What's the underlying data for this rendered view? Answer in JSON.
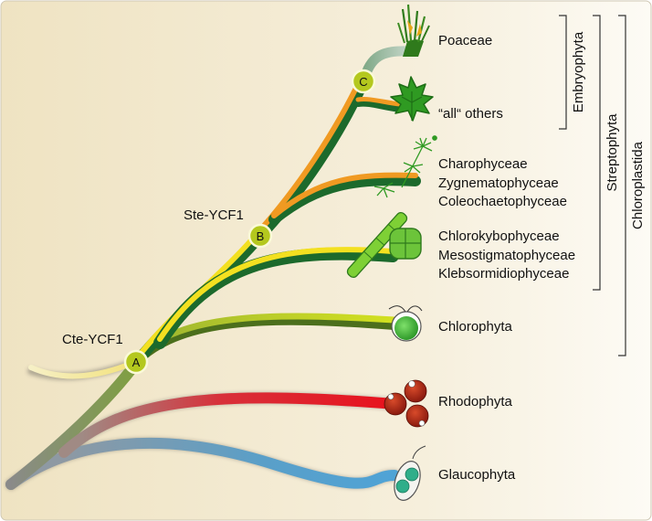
{
  "taxa": {
    "poaceae": "Poaceae",
    "all_others": "“all“ others",
    "charophyceae": "Charophyceae",
    "zygnematophyceae": "Zygnematophyceae",
    "coleochaetophyceae": "Coleochaetophyceae",
    "chlorokybophyceae": "Chlorokybophyceae",
    "mesostigmatophyceae": "Mesostigmatophyceae",
    "klebsormidiophyceae": "Klebsormidiophyceae",
    "chlorophyta": "Chlorophyta",
    "rhodophyta": "Rhodophyta",
    "glaucophyta": "Glaucophyta"
  },
  "groups": {
    "embryophyta": "Embryophyta",
    "streptophyta": "Streptophyta",
    "chloroplastida": "Chloroplastida"
  },
  "events": {
    "cte": "Cte-YCF1",
    "ste": "Ste-YCF1"
  },
  "nodes": {
    "a": "A",
    "b": "B",
    "c": "C"
  }
}
